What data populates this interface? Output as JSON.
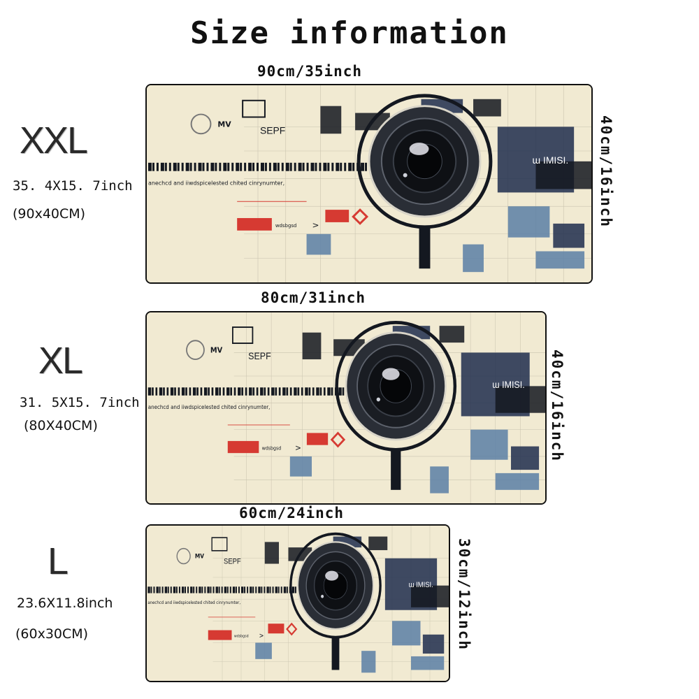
{
  "title": "Size information",
  "artwork": {
    "text_mv": "MV",
    "text_sepf": "SEPF",
    "text_imisi": "ɯ IMISI.",
    "text_caption": "anechcd and iiwdspicelested chited cinrynumter,",
    "text_arrow_label": "wdsbgsd",
    "colors": {
      "background": "#f1ead2",
      "ink": "#141820",
      "navy": "#1f2d4e",
      "blue": "#5b7fa6",
      "red": "#d63a32"
    }
  },
  "sizes": [
    {
      "code": "XXL",
      "inch": "35. 4X15. 7inch",
      "cm": "(90x40CM)",
      "width_label": "90cm/35inch",
      "height_label": "40cm/16inch"
    },
    {
      "code": "XL",
      "inch": "31. 5X15. 7inch",
      "cm": "(80X40CM)",
      "width_label": "80cm/31inch",
      "height_label": "40cm/16inch"
    },
    {
      "code": "L",
      "inch": "23.6X11.8inch",
      "cm": "(60x30CM)",
      "width_label": "60cm/24inch",
      "height_label": "30cm/12inch"
    }
  ]
}
